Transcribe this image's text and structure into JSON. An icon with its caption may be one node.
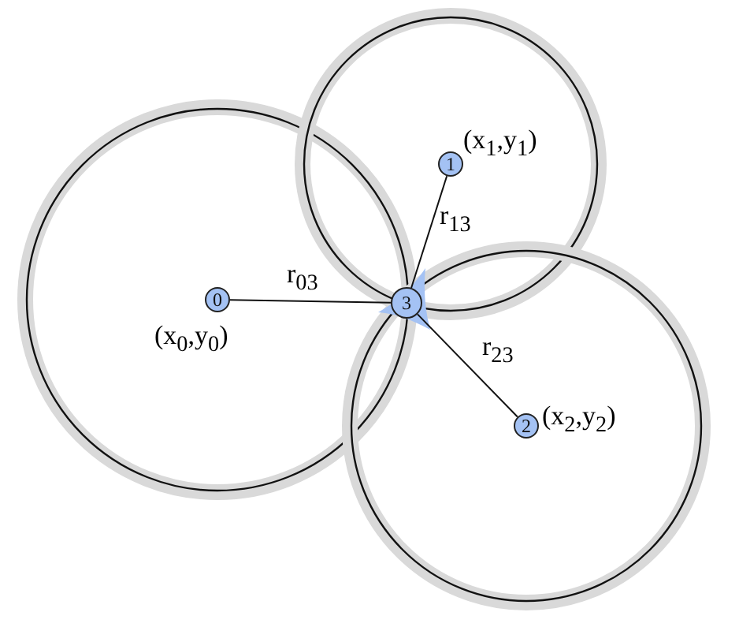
{
  "diagram": {
    "nodes": [
      {
        "text": [
          "0"
        ],
        "beside": [
          "(x$_{0}$,y$_{0}$)"
        ]
      },
      {
        "text": [
          "1"
        ],
        "beside": [
          "(x$_{1}$,y$_{1}$)"
        ]
      },
      {
        "text": [
          "2"
        ],
        "beside": [
          "(x$_{2}$,y$_{2}$)"
        ]
      },
      {
        "text": [
          "3"
        ]
      }
    ],
    "edges": [
      {
        "from": 0,
        "to": 3,
        "arrow": "none",
        "label": "r$_{03}$"
      },
      {
        "from": 1,
        "to": 3,
        "arrow": "none",
        "label": "r$_{13}$"
      },
      {
        "from": 2,
        "to": 3,
        "arrow": "none",
        "label": "r$_{23}$"
      }
    ]
  }
}
